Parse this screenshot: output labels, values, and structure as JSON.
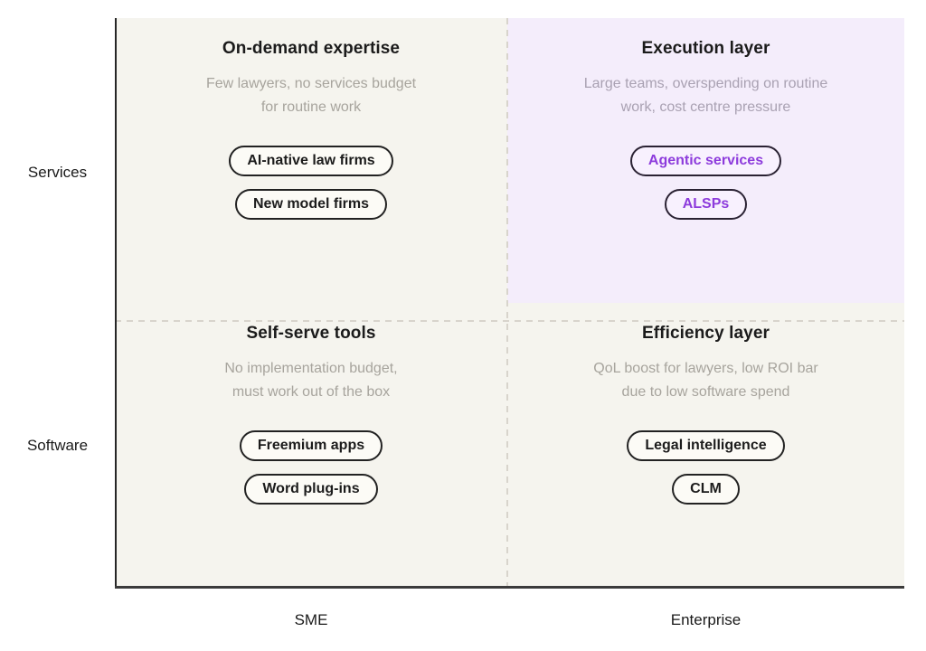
{
  "figure": {
    "type": "2x2-matrix",
    "y_axis": {
      "top_label": "Services",
      "bottom_label": "Software"
    },
    "x_axis": {
      "left_label": "SME",
      "right_label": "Enterprise"
    }
  },
  "quadrants": [
    {
      "id": "top-left",
      "title": "On-demand expertise",
      "subtitle": "Few lawyers, no services budget\nfor routine work",
      "pills": [
        "AI-native law firms",
        "New model firms"
      ],
      "highlighted": false
    },
    {
      "id": "top-right",
      "title": "Execution layer",
      "subtitle": "Large teams, overspending on routine\nwork, cost centre pressure",
      "pills": [
        "Agentic services",
        "ALSPs"
      ],
      "highlighted": true
    },
    {
      "id": "bottom-left",
      "title": "Self-serve tools",
      "subtitle": "No implementation budget,\nmust work out of the box",
      "pills": [
        "Freemium apps",
        "Word plug-ins"
      ],
      "highlighted": false
    },
    {
      "id": "bottom-right",
      "title": "Efficiency layer",
      "subtitle": "QoL boost for lawyers, low ROI bar\ndue to low software spend",
      "pills": [
        "Legal intelligence",
        "CLM"
      ],
      "highlighted": false
    }
  ],
  "colors": {
    "page_bg": "#ffffff",
    "quadrant_bg": "#f5f4ee",
    "highlight_quadrant_bg": "#f4edfb",
    "axis_line": "#2b2b2b",
    "dashed_divider": "#d8d4cc",
    "title_text": "#1b1b1b",
    "subtitle_text": "#a7a49d",
    "highlight_subtitle_text": "#a9a1b2",
    "pill_bg": "#fcfbf6",
    "pill_border": "#222222",
    "pill_text": "#1c1c1c",
    "highlight_pill_bg": "#f8f1fe",
    "highlight_pill_border": "#2a2233",
    "highlight_pill_text": "#8d3bdc"
  }
}
